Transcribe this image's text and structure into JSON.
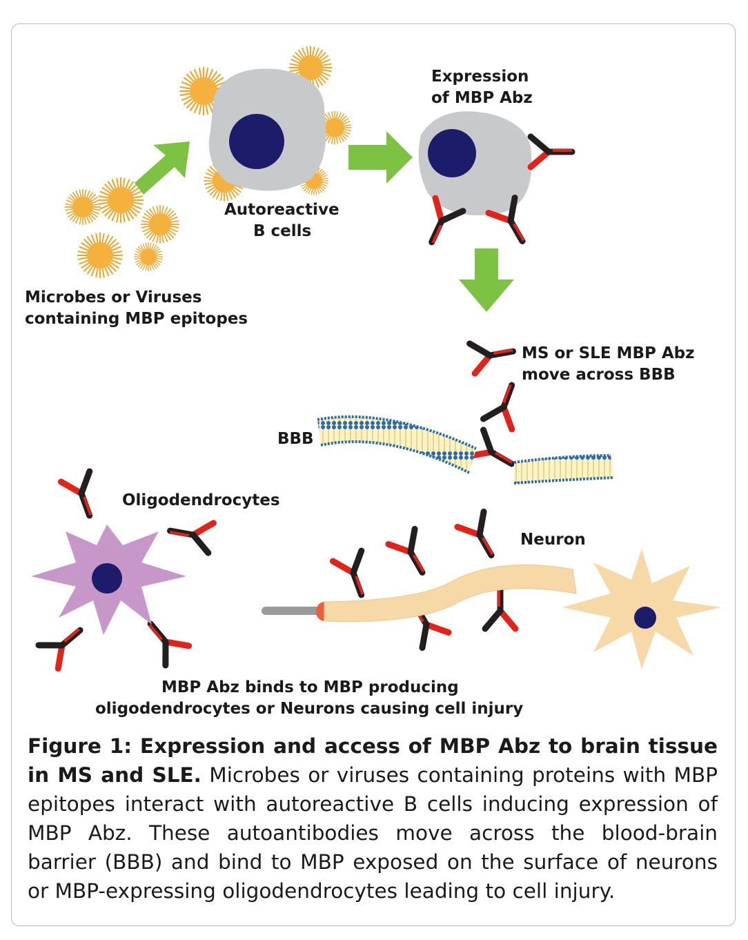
{
  "labels": {
    "expression": [
      "Expression",
      "of MBP Abz"
    ],
    "autoreactive": [
      "Autoreactive",
      "B cells"
    ],
    "microbes": [
      "Microbes or Viruses",
      "containing MBP epitopes"
    ],
    "ms_sle": [
      "MS or SLE MBP Abz",
      "move across BBB"
    ],
    "bbb": "BBB",
    "oligodendrocytes": "Oligodendrocytes",
    "neuron": "Neuron",
    "binds": [
      "MBP Abz binds to MBP producing",
      "oligodendrocytes or Neurons causing cell injury"
    ]
  },
  "caption": {
    "title": "Figure 1: Expression and access of MBP Abz to brain tissue in MS and SLE.",
    "body": " Microbes or viruses containing proteins with MBP epitopes interact with autoreactive B cells inducing expression of MBP Abz. These autoantibodies move across the blood-brain barrier (BBB) and bind to MBP exposed on the surface of neurons or MBP-expressing oligodendrocytes leading to cell injury."
  },
  "colors": {
    "microbe": "#f5b13d",
    "cell": "#c8c9cb",
    "nucleus": "#1c1c6b",
    "arrow": "#7dc242",
    "antibody_red": "#e2231a",
    "antibody_black": "#231f20",
    "oligodendrocyte": "#c797c9",
    "neuron": "#f7d9a8",
    "membrane_head": "#2a6bb0",
    "membrane_tail": "#f3e6a6"
  }
}
